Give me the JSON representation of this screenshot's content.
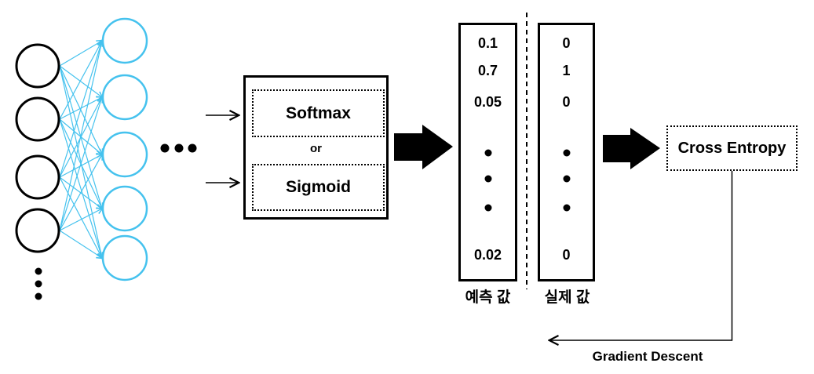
{
  "colors": {
    "accent_blue": "#45c2ee",
    "ink": "#000000",
    "background": "#ffffff"
  },
  "network": {
    "input_layer_node_count": 4,
    "hidden_layer_node_count": 5
  },
  "activation_box": {
    "softmax_label": "Softmax",
    "or_label": "or",
    "sigmoid_label": "Sigmoid"
  },
  "prediction_column": {
    "values": [
      "0.1",
      "0.7",
      "0.05",
      "0.02"
    ],
    "label": "예측 값"
  },
  "actual_column": {
    "values": [
      "0",
      "1",
      "0",
      "0"
    ],
    "label": "실제 값"
  },
  "cross_entropy": {
    "label": "Cross Entropy"
  },
  "gradient_descent": {
    "label": "Gradient Descent"
  }
}
